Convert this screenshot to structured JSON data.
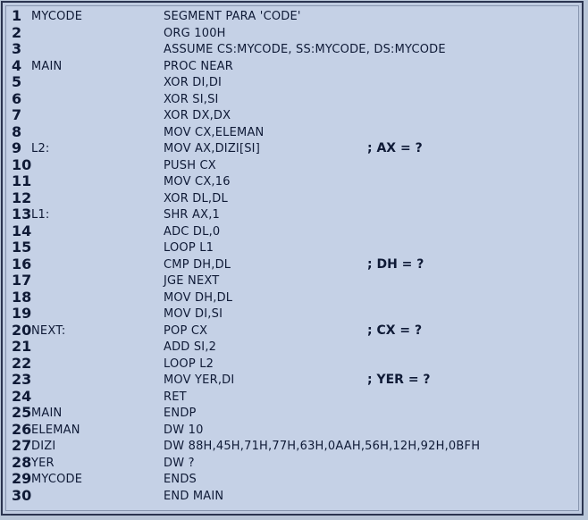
{
  "lines": [
    {
      "no": "1",
      "label": "MYCODE",
      "code": "SEGMENT PARA 'CODE'",
      "comment": ""
    },
    {
      "no": "2",
      "label": "",
      "code": "ORG 100H",
      "comment": ""
    },
    {
      "no": "3",
      "label": "",
      "code": "ASSUME CS:MYCODE, SS:MYCODE, DS:MYCODE",
      "comment": ""
    },
    {
      "no": "4",
      "label": "MAIN",
      "code": "PROC NEAR",
      "comment": ""
    },
    {
      "no": "5",
      "label": "",
      "code": "XOR DI,DI",
      "comment": ""
    },
    {
      "no": "6",
      "label": "",
      "code": "XOR SI,SI",
      "comment": ""
    },
    {
      "no": "7",
      "label": "",
      "code": "XOR DX,DX",
      "comment": ""
    },
    {
      "no": "8",
      "label": "",
      "code": "MOV CX,ELEMAN",
      "comment": ""
    },
    {
      "no": "9",
      "label": "L2:",
      "code": "MOV AX,DIZI[SI]",
      "comment": "; AX = ?"
    },
    {
      "no": "10",
      "label": "",
      "code": "PUSH CX",
      "comment": ""
    },
    {
      "no": "11",
      "label": "",
      "code": "MOV CX,16",
      "comment": ""
    },
    {
      "no": "12",
      "label": "",
      "code": "XOR DL,DL",
      "comment": ""
    },
    {
      "no": "13",
      "label": "L1:",
      "code": "SHR AX,1",
      "comment": ""
    },
    {
      "no": "14",
      "label": "",
      "code": "ADC DL,0",
      "comment": ""
    },
    {
      "no": "15",
      "label": "",
      "code": "LOOP L1",
      "comment": ""
    },
    {
      "no": "16",
      "label": "",
      "code": "CMP DH,DL",
      "comment": "; DH = ?"
    },
    {
      "no": "17",
      "label": "",
      "code": "JGE NEXT",
      "comment": ""
    },
    {
      "no": "18",
      "label": "",
      "code": "MOV DH,DL",
      "comment": ""
    },
    {
      "no": "19",
      "label": "",
      "code": "MOV DI,SI",
      "comment": ""
    },
    {
      "no": "20",
      "label": "NEXT:",
      "code": "POP CX",
      "comment": "; CX = ?"
    },
    {
      "no": "21",
      "label": "",
      "code": "ADD SI,2",
      "comment": ""
    },
    {
      "no": "22",
      "label": "",
      "code": "LOOP L2",
      "comment": ""
    },
    {
      "no": "23",
      "label": "",
      "code": "MOV YER,DI",
      "comment": "; YER = ?"
    },
    {
      "no": "24",
      "label": "",
      "code": "RET",
      "comment": ""
    },
    {
      "no": "25",
      "label": "MAIN",
      "code": "ENDP",
      "comment": ""
    },
    {
      "no": "26",
      "label": "ELEMAN",
      "code": "DW 10",
      "comment": ""
    },
    {
      "no": "27",
      "label": "DIZI",
      "code": "DW 88H,45H,71H,77H,63H,0AAH,56H,12H,92H,0BFH",
      "comment": ""
    },
    {
      "no": "28",
      "label": "YER",
      "code": "DW ?",
      "comment": ""
    },
    {
      "no": "29",
      "label": "MYCODE",
      "code": "ENDS",
      "comment": ""
    },
    {
      "no": "30",
      "label": "",
      "code": "END MAIN",
      "comment": ""
    }
  ]
}
